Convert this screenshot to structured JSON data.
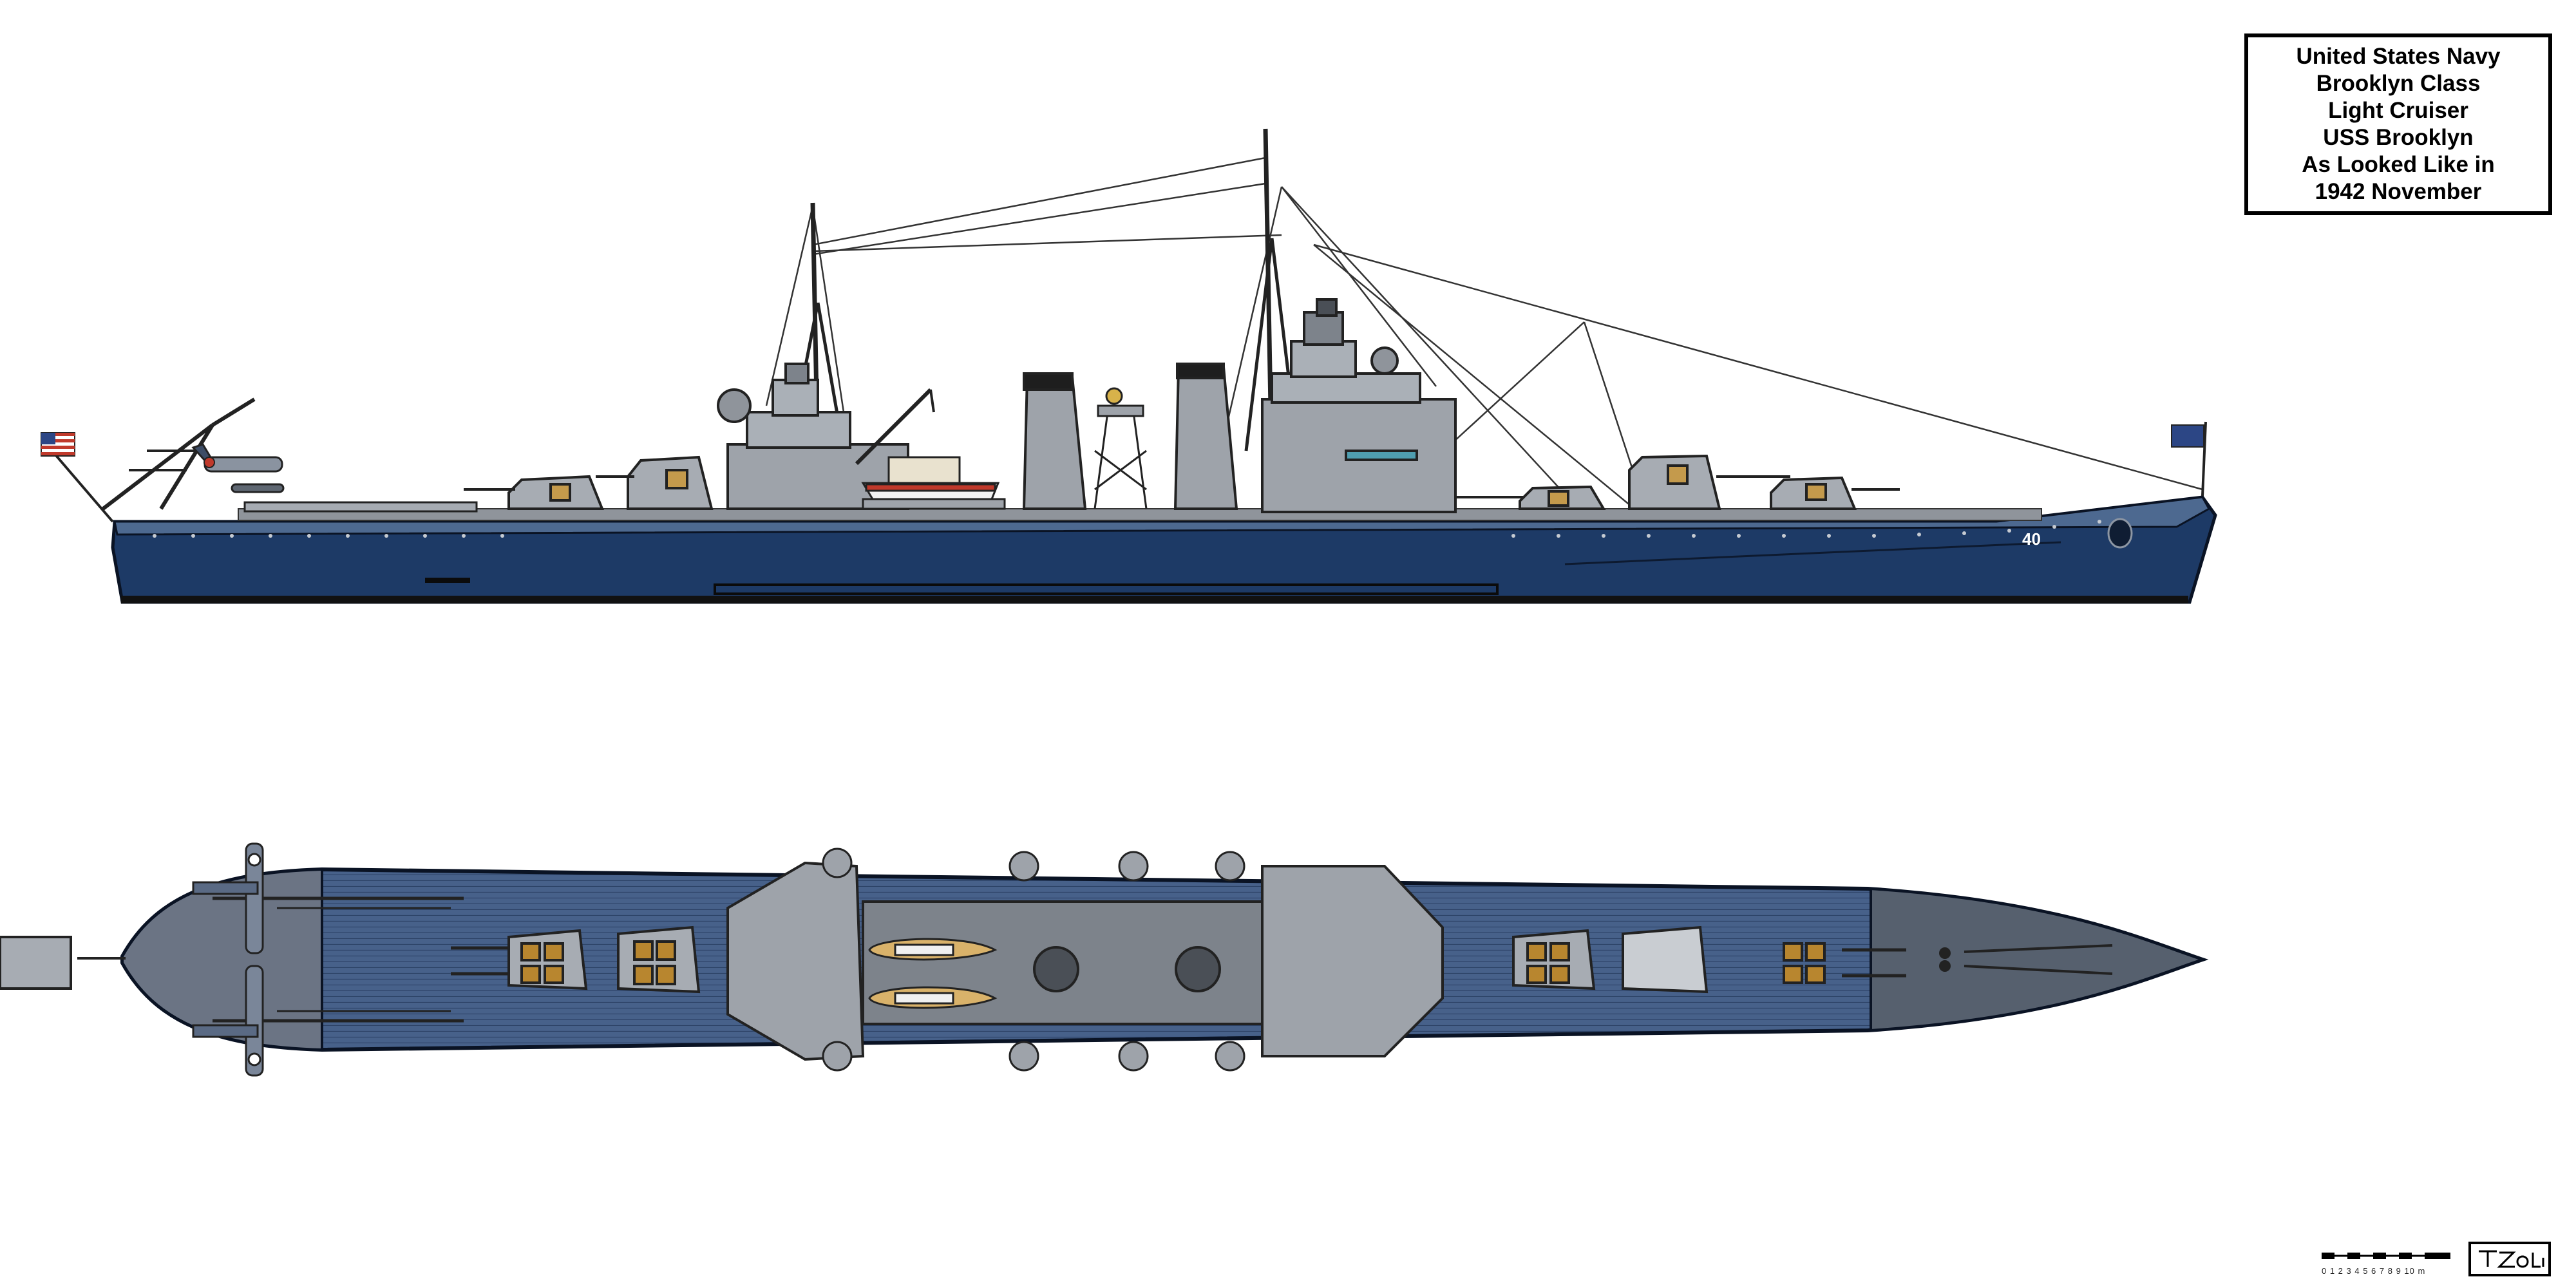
{
  "title_lines": [
    "United States Navy",
    "Brooklyn Class",
    "Light Cruiser",
    "USS Brooklyn",
    "As Looked Like in",
    "1942 November"
  ],
  "hull_number": "40",
  "scale_label": "0 1 2 3 4 5 6 7 8 9 10 m",
  "signature": "TZoli",
  "colors": {
    "hull_dark_blue": "#1d3a66",
    "superstructure_gray": "#9ea3aa",
    "deck_blue": "#47618a",
    "boot_topping": "#111111"
  },
  "views": [
    "side-profile",
    "top-plan"
  ],
  "icons": [
    "us-flag-icon",
    "union-jack-icon",
    "floatplane-icon",
    "aircraft-crane-icon"
  ]
}
